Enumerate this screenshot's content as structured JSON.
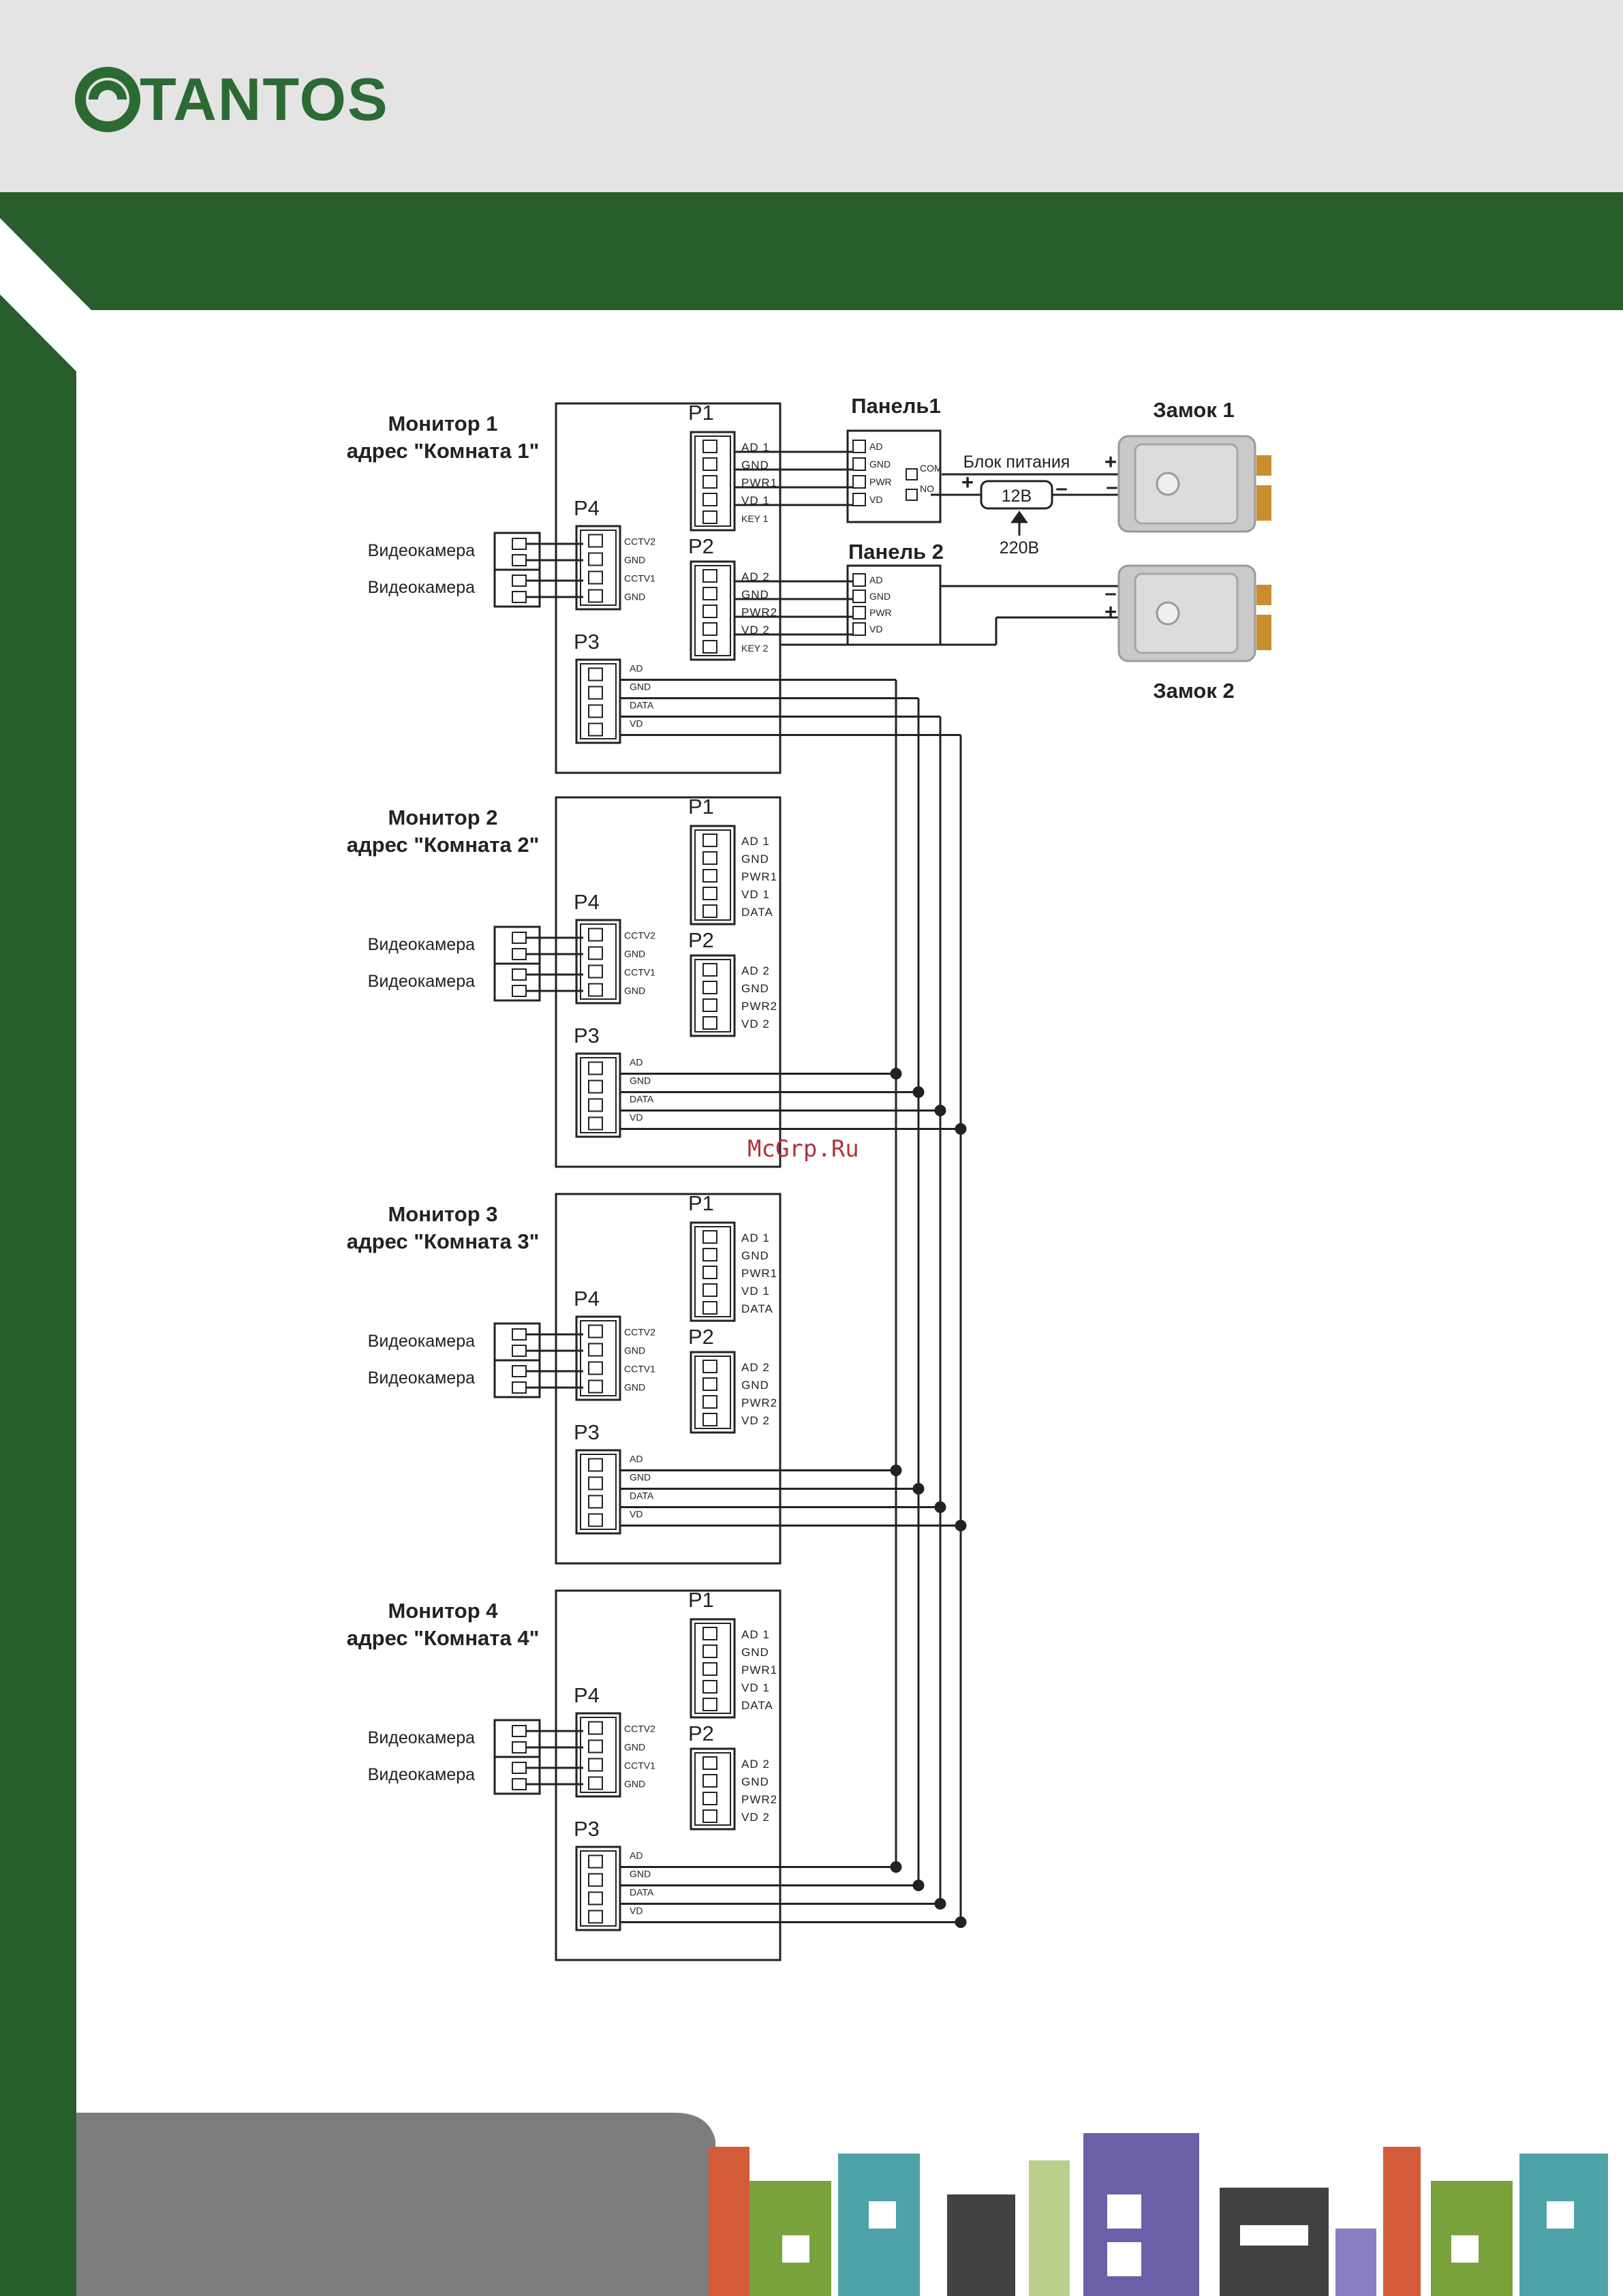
{
  "brand": {
    "name": "TANTOS"
  },
  "colors": {
    "brand_green": "#2c6a34",
    "frame_green": "#285e2c",
    "header_gray": "#e4e4e4",
    "footer_gray": "#7d7d7d"
  },
  "diagram": {
    "monitors": [
      {
        "title": "Монитор 1",
        "address": "адрес \"Комната 1\"",
        "p1_label": "P1",
        "p1_pins": [
          "AD 1",
          "GND",
          "PWR1",
          "VD 1",
          "KEY 1"
        ],
        "p2_label": "P2",
        "p2_pins": [
          "AD 2",
          "GND",
          "PWR2",
          "VD 2",
          "KEY 2"
        ],
        "p3_label": "P3",
        "p3_pins": [
          "AD",
          "GND",
          "DATA",
          "VD"
        ],
        "p4_label": "P4",
        "p4_pins": [
          "CCTV2",
          "GND",
          "CCTV1",
          "GND"
        ],
        "cameras": [
          "Видеокамера",
          "Видеокамера"
        ]
      },
      {
        "title": "Монитор 2",
        "address": "адрес \"Комната 2\"",
        "p1_label": "P1",
        "p1_pins": [
          "AD 1",
          "GND",
          "PWR1",
          "VD 1",
          "DATA"
        ],
        "p2_label": "P2",
        "p2_pins": [
          "AD 2",
          "GND",
          "PWR2",
          "VD 2"
        ],
        "p3_label": "P3",
        "p3_pins": [
          "AD",
          "GND",
          "DATA",
          "VD"
        ],
        "p4_label": "P4",
        "p4_pins": [
          "CCTV2",
          "GND",
          "CCTV1",
          "GND"
        ],
        "cameras": [
          "Видеокамера",
          "Видеокамера"
        ]
      },
      {
        "title": "Монитор 3",
        "address": "адрес \"Комната 3\"",
        "p1_label": "P1",
        "p1_pins": [
          "AD 1",
          "GND",
          "PWR1",
          "VD 1",
          "DATA"
        ],
        "p2_label": "P2",
        "p2_pins": [
          "AD 2",
          "GND",
          "PWR2",
          "VD 2"
        ],
        "p3_label": "P3",
        "p3_pins": [
          "AD",
          "GND",
          "DATA",
          "VD"
        ],
        "p4_label": "P4",
        "p4_pins": [
          "CCTV2",
          "GND",
          "CCTV1",
          "GND"
        ],
        "cameras": [
          "Видеокамера",
          "Видеокамера"
        ]
      },
      {
        "title": "Монитор 4",
        "address": "адрес \"Комната 4\"",
        "p1_label": "P1",
        "p1_pins": [
          "AD 1",
          "GND",
          "PWR1",
          "VD 1",
          "DATA"
        ],
        "p2_label": "P2",
        "p2_pins": [
          "AD 2",
          "GND",
          "PWR2",
          "VD 2"
        ],
        "p3_label": "P3",
        "p3_pins": [
          "AD",
          "GND",
          "DATA",
          "VD"
        ],
        "p4_label": "P4",
        "p4_pins": [
          "CCTV2",
          "GND",
          "CCTV1",
          "GND"
        ],
        "cameras": [
          "Видеокамера",
          "Видеокамера"
        ]
      }
    ],
    "panel1": {
      "title": "Панель1",
      "pins": [
        "AD",
        "GND",
        "PWR",
        "VD"
      ],
      "relay": [
        "COM",
        "NO"
      ]
    },
    "panel2": {
      "title": "Панель 2",
      "pins": [
        "AD",
        "GND",
        "PWR",
        "VD"
      ]
    },
    "power_supply": {
      "label": "Блок питания",
      "voltage": "12В",
      "mains": "220В",
      "plus": "+",
      "minus": "–"
    },
    "lock1": {
      "title": "Замок 1",
      "plus": "+",
      "minus": "–"
    },
    "lock2": {
      "title": "Замок 2",
      "plus": "+",
      "minus": "–"
    }
  },
  "watermark": "McGrp.Ru"
}
